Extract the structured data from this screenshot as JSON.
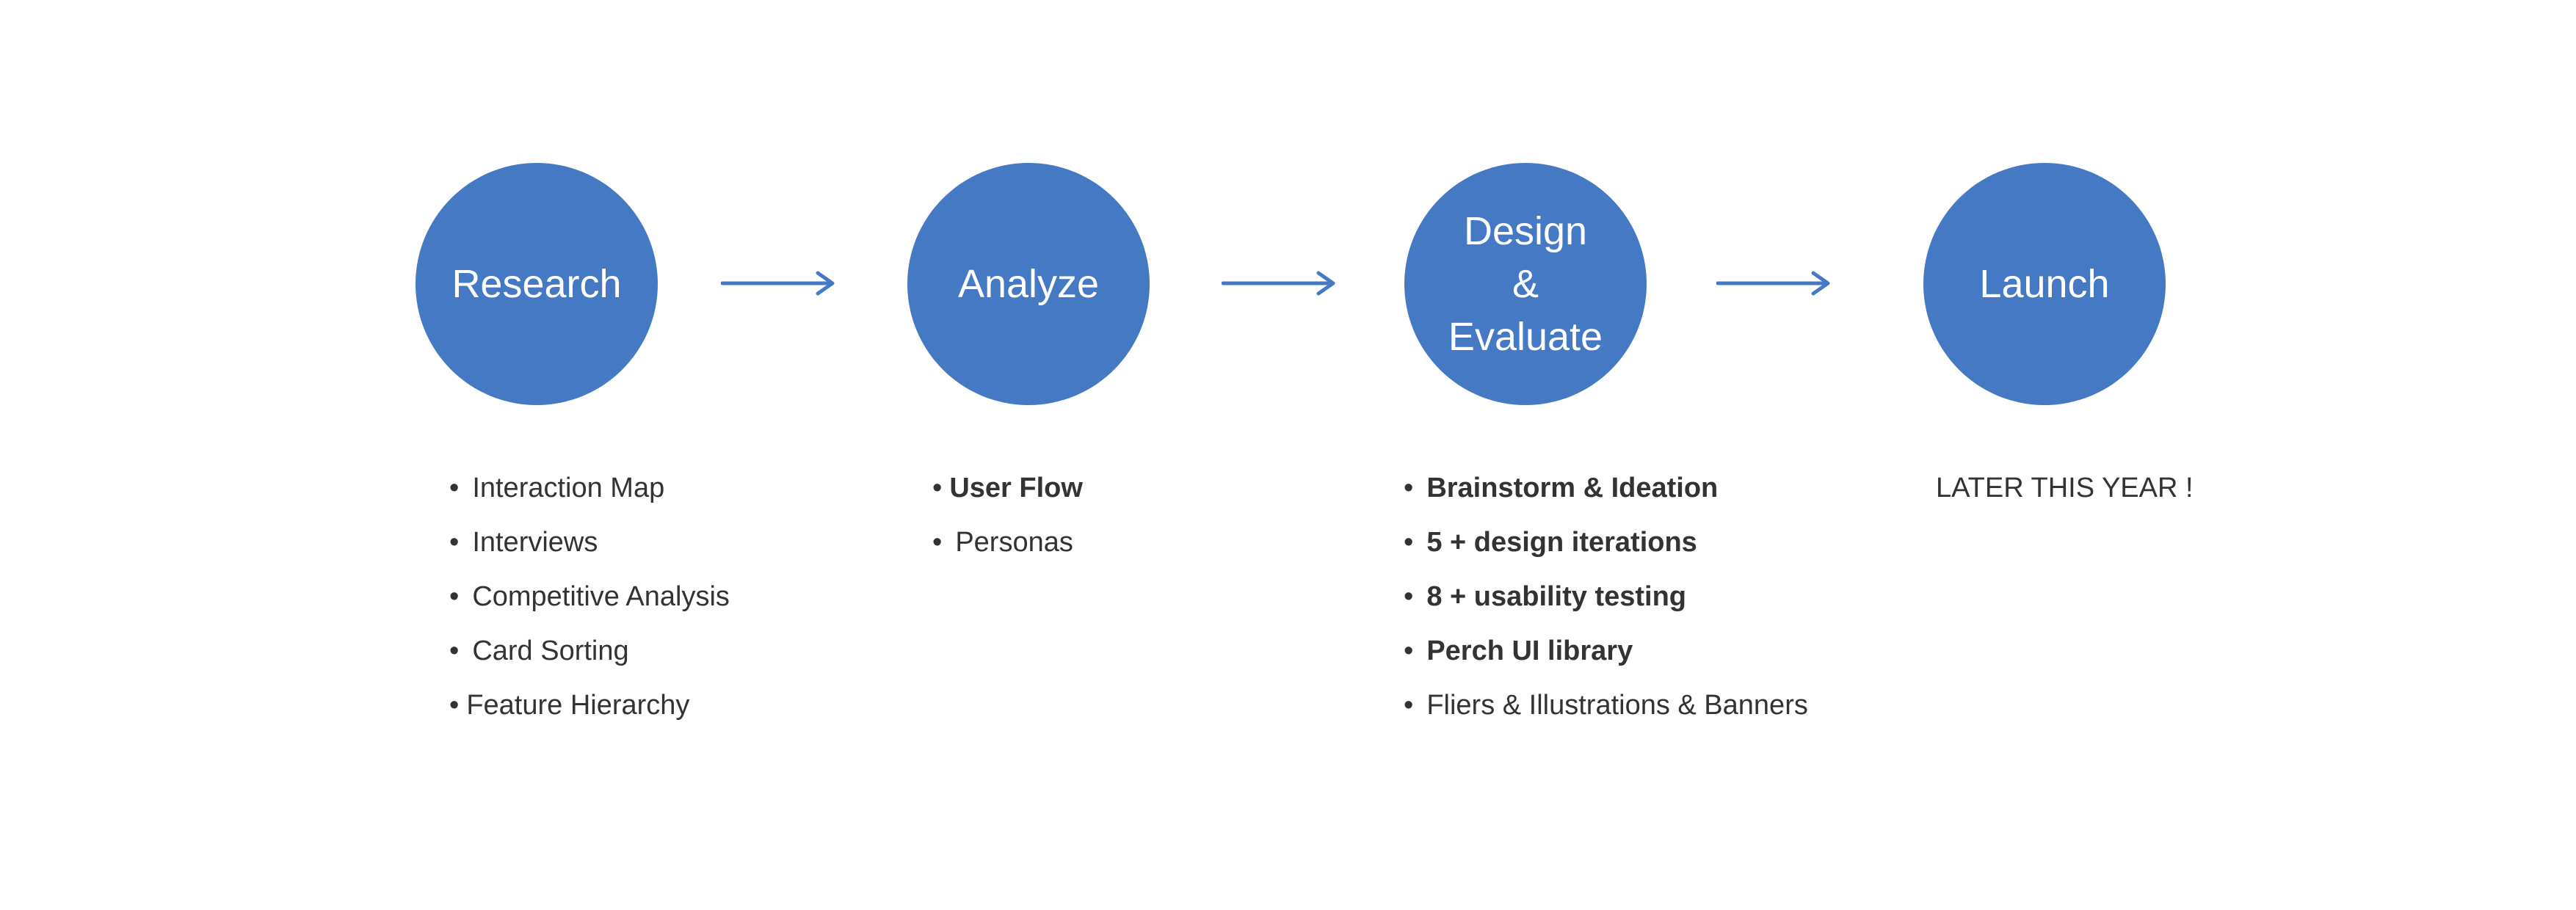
{
  "colors": {
    "circle_fill": "#4679C4",
    "arrow_stroke": "#4679C4",
    "text": "#333333",
    "circle_text": "#ffffff"
  },
  "steps": [
    {
      "title": "Research"
    },
    {
      "title": "Analyze"
    },
    {
      "title": "Design\n&\nEvaluate"
    },
    {
      "title": "Launch"
    }
  ],
  "research_items": [
    {
      "text": "Interaction Map",
      "bold": false
    },
    {
      "text": "Interviews",
      "bold": false
    },
    {
      "text": "Competitive Analysis",
      "bold": false
    },
    {
      "text": "Card Sorting",
      "bold": false
    },
    {
      "text": "Feature Hierarchy",
      "bold": false
    }
  ],
  "analyze_items": [
    {
      "text": "User Flow",
      "bold": true
    },
    {
      "text": "Personas",
      "bold": false
    }
  ],
  "design_items": [
    {
      "text": "Brainstorm & Ideation",
      "bold": true
    },
    {
      "text": "5 + design iterations",
      "bold": true
    },
    {
      "text": "8 + usability testing",
      "bold": true
    },
    {
      "text": "Perch UI library",
      "bold": true
    },
    {
      "text": "Fliers & Illustrations & Banners",
      "bold": false
    }
  ],
  "launch_note": "LATER THIS YEAR !"
}
